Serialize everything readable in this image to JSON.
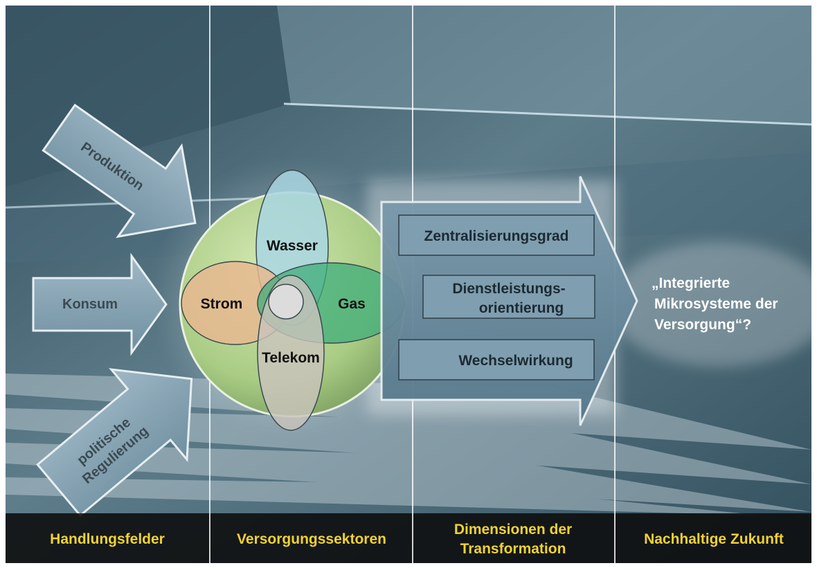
{
  "input_arrows": {
    "top": "Produktion",
    "middle": "Konsum",
    "bottom_line1": "politische",
    "bottom_line2": "Regulierung"
  },
  "sectors": {
    "water": "Wasser",
    "electricity": "Strom",
    "gas": "Gas",
    "telecom": "Telekom"
  },
  "dimensions": {
    "box1": "Zentralisierungsgrad",
    "box2_line1": "Dienstleistungs-",
    "box2_line2": "orientierung",
    "box3": "Wechselwirkung"
  },
  "outcome": {
    "line1": "„Integrierte",
    "line2": "Mikrosysteme der",
    "line3": "Versorgung“?"
  },
  "footer": {
    "col1": "Handlungsfelder",
    "col2": "Versorgungssektoren",
    "col3_line1": "Dimensionen der",
    "col3_line2": "Transformation",
    "col4": "Nachhaltige Zukunft"
  },
  "colors": {
    "footer_text": "#f2d232",
    "water": "#a9d6e2",
    "electricity": "#e6b98f",
    "gas": "#3fae7a",
    "telecom": "#c9c3bc",
    "sphere": "#b8d68f"
  }
}
